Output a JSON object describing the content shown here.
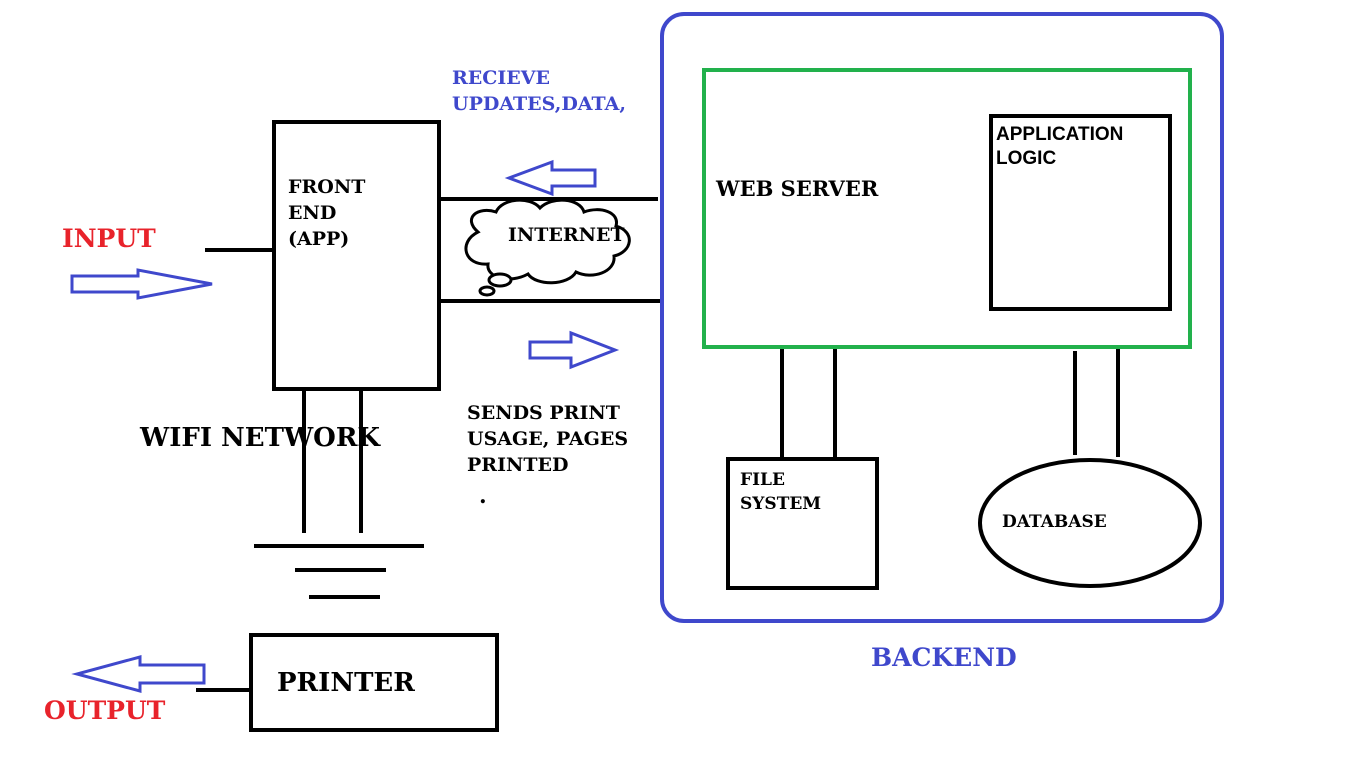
{
  "labels": {
    "input": "INPUT",
    "output": "OUTPUT",
    "front_end": [
      "FRONT",
      "END",
      "(APP)"
    ],
    "wifi": "WIFI NETWORK",
    "printer": "PRINTER",
    "receive": [
      "RECIEVE",
      "UPDATES,DATA,"
    ],
    "internet": "INTERNET",
    "sends": [
      "SENDS PRINT",
      "USAGE, PAGES",
      "PRINTED"
    ],
    "dot": ".",
    "web_server": "WEB SERVER",
    "app_logic": [
      "APPLICATION",
      "LOGIC"
    ],
    "file_system": [
      "FILE",
      "SYSTEM"
    ],
    "database": "DATABASE",
    "backend": "BACKEND"
  },
  "colors": {
    "red": "#e8232b",
    "blue": "#3f48cc",
    "green": "#22b14c",
    "black": "#000000"
  }
}
